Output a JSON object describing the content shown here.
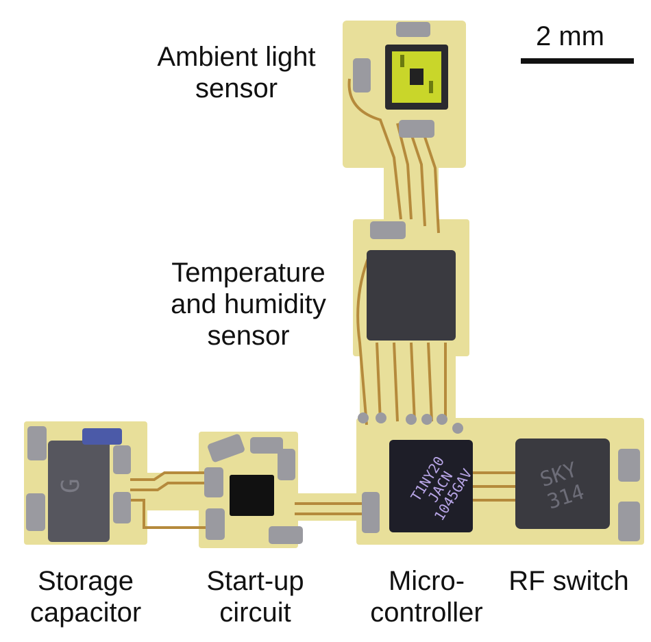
{
  "scale_bar": {
    "label": "2 mm"
  },
  "labels": {
    "ambient_light_sensor": [
      "Ambient light",
      "sensor"
    ],
    "temp_humidity_sensor": [
      "Temperature",
      "and humidity",
      "sensor"
    ],
    "storage_capacitor": [
      "Storage",
      "capacitor"
    ],
    "startup_circuit": [
      "Start-up",
      "circuit"
    ],
    "microcontroller": [
      "Micro-",
      "controller"
    ],
    "rf_switch": [
      "RF switch"
    ]
  },
  "chip_markings": {
    "microcontroller": [
      "T1NY20",
      "JACN",
      "1045GAV"
    ],
    "rf_switch": [
      "SKY",
      "314"
    ],
    "storage_capacitor": "G"
  },
  "colors": {
    "board": "#e8df9a",
    "trace": "#b58a3c",
    "chip": "#3a3a40",
    "sensor_window": "#c9d62a",
    "pad": "#9a9aa0"
  }
}
